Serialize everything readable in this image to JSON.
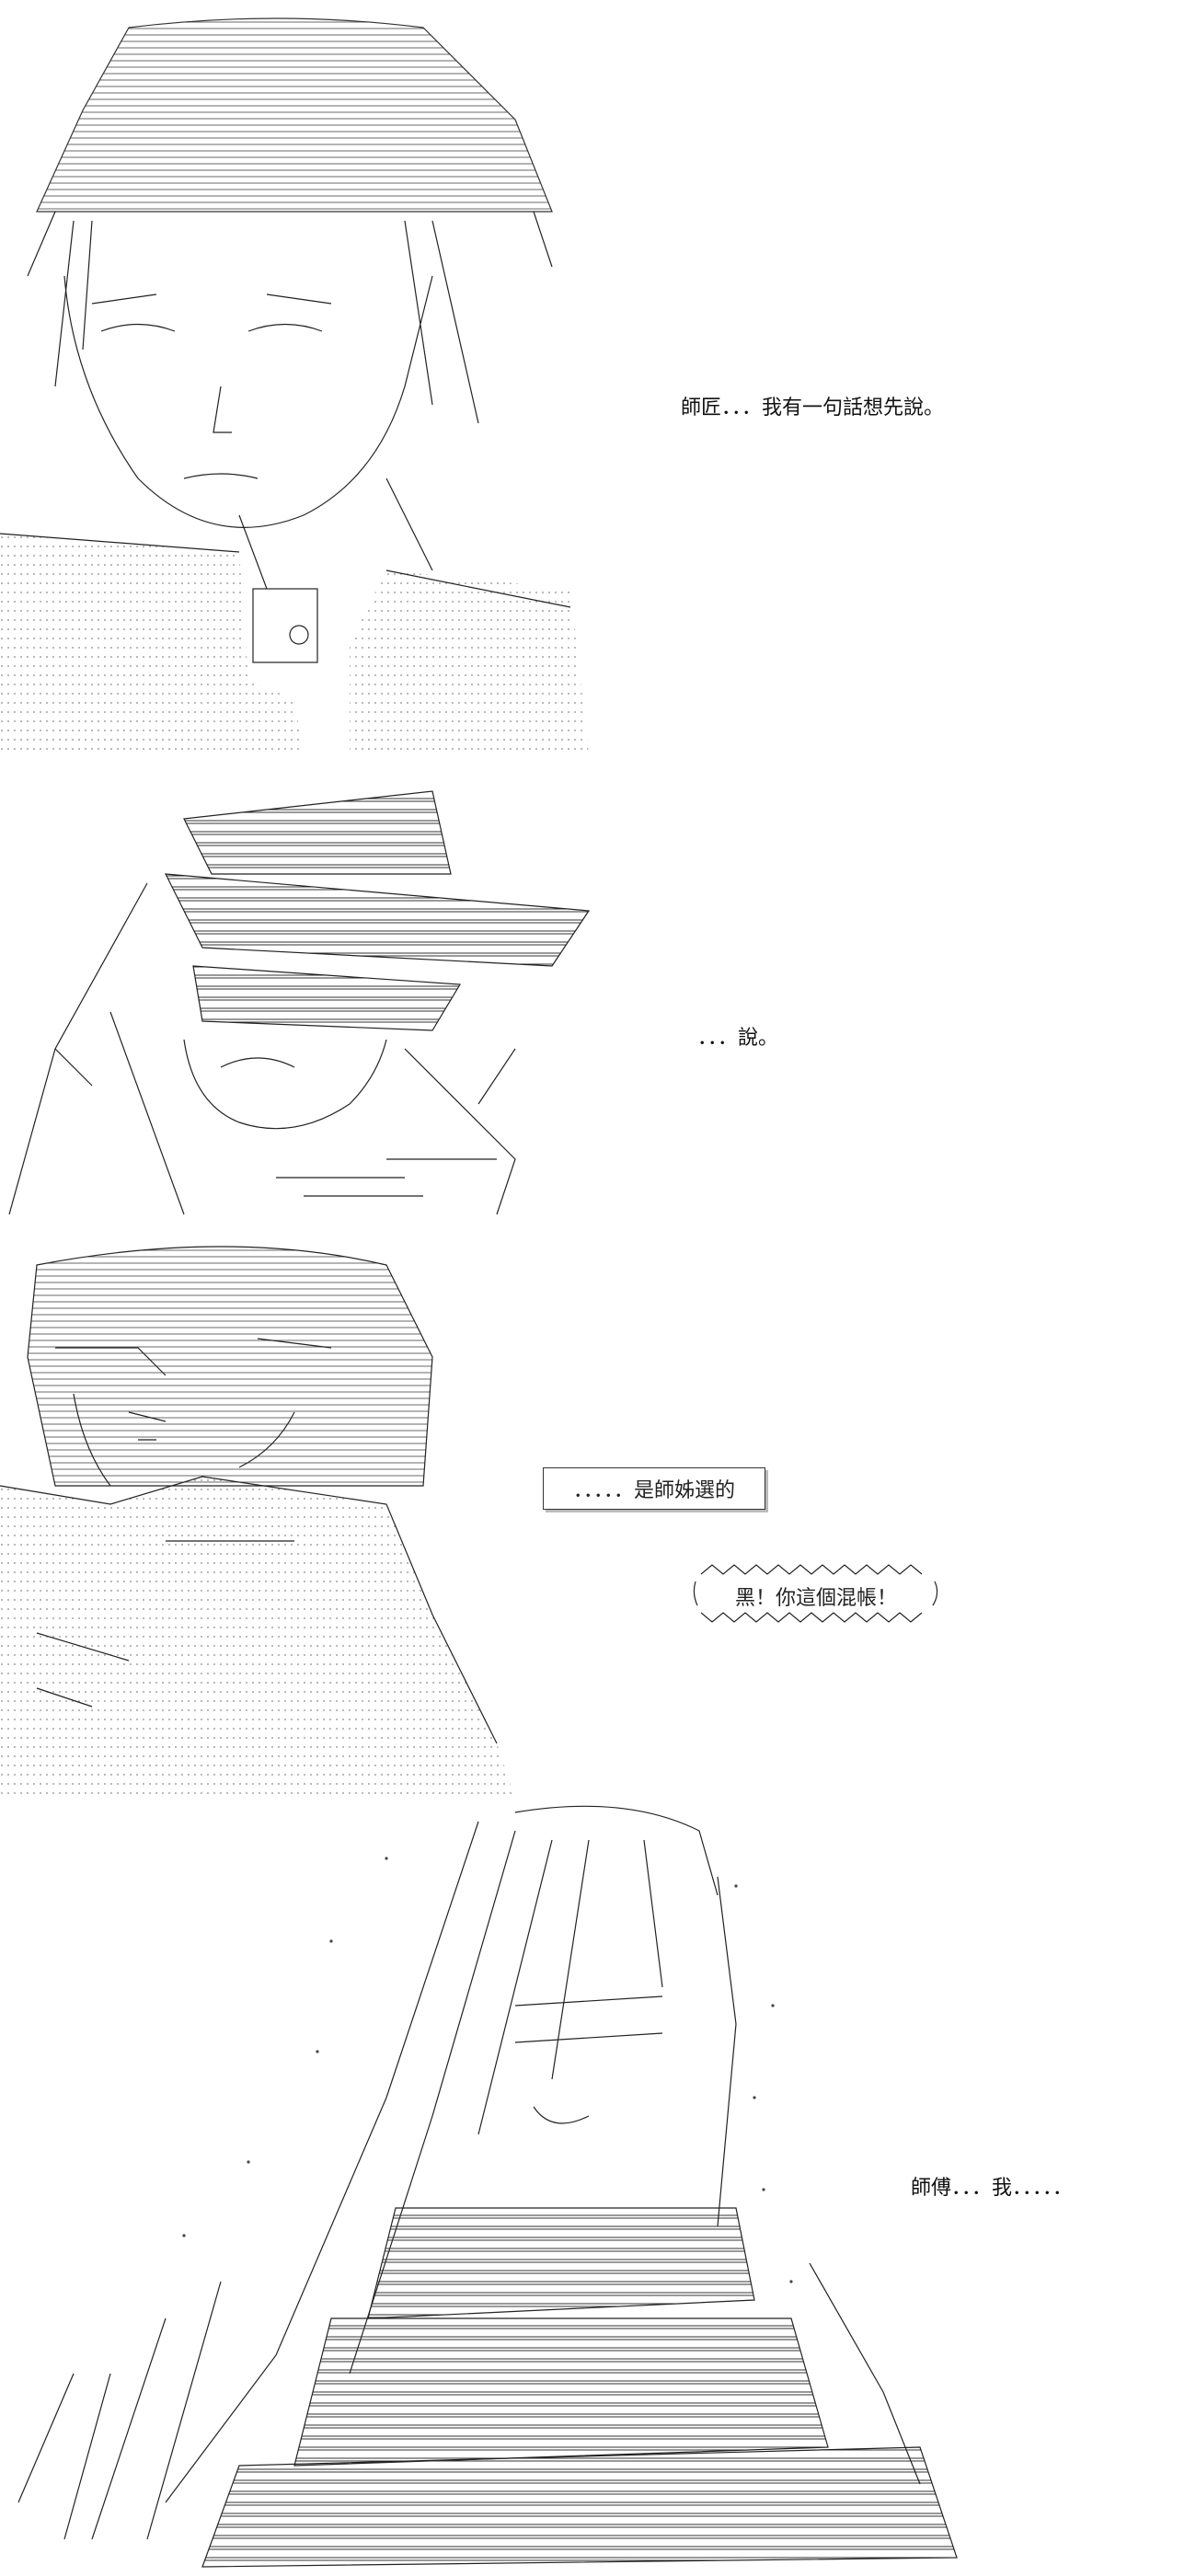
{
  "panels": [
    {
      "id": "panel-1",
      "speech": "師匠．．．我有一句話想先說。"
    },
    {
      "id": "panel-2",
      "speech": "．．．說。"
    },
    {
      "id": "panel-3",
      "speech_box": "．．．．．是師姊選的",
      "shout": "黑！你這個混帳！"
    },
    {
      "id": "panel-4",
      "speech": "師傅．．．我．．．．．"
    }
  ],
  "colors": {
    "ink": "#222222",
    "dots": "#888888",
    "background": "#ffffff"
  }
}
